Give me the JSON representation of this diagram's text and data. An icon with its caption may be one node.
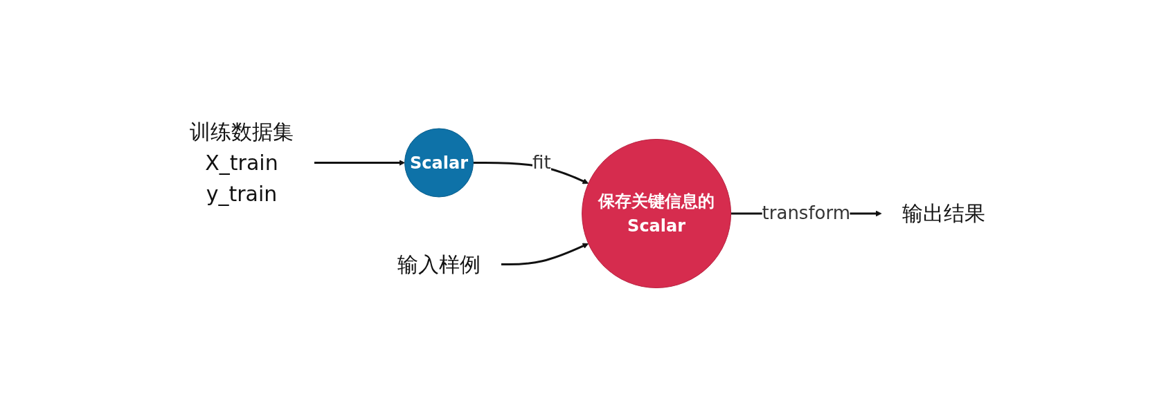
{
  "diagram": {
    "nodes": [
      {
        "text": [
          "训练数据集",
          "X_train",
          "y_train"
        ]
      },
      {
        "text": [
          "Scalar"
        ]
      },
      {
        "text": [
          "输入样例"
        ]
      },
      {
        "text": [
          "保存关键信息的Scalar"
        ]
      },
      {
        "text": [
          "输出结果"
        ]
      }
    ],
    "edges": [
      {
        "from": 0,
        "to": 1,
        "arrow": "to"
      },
      {
        "from": 1,
        "to": 3,
        "arrow": "to",
        "label": "fit"
      },
      {
        "from": 2,
        "to": 3,
        "arrow": "to"
      },
      {
        "from": 3,
        "to": 4,
        "arrow": "to",
        "label": "transform"
      }
    ]
  }
}
